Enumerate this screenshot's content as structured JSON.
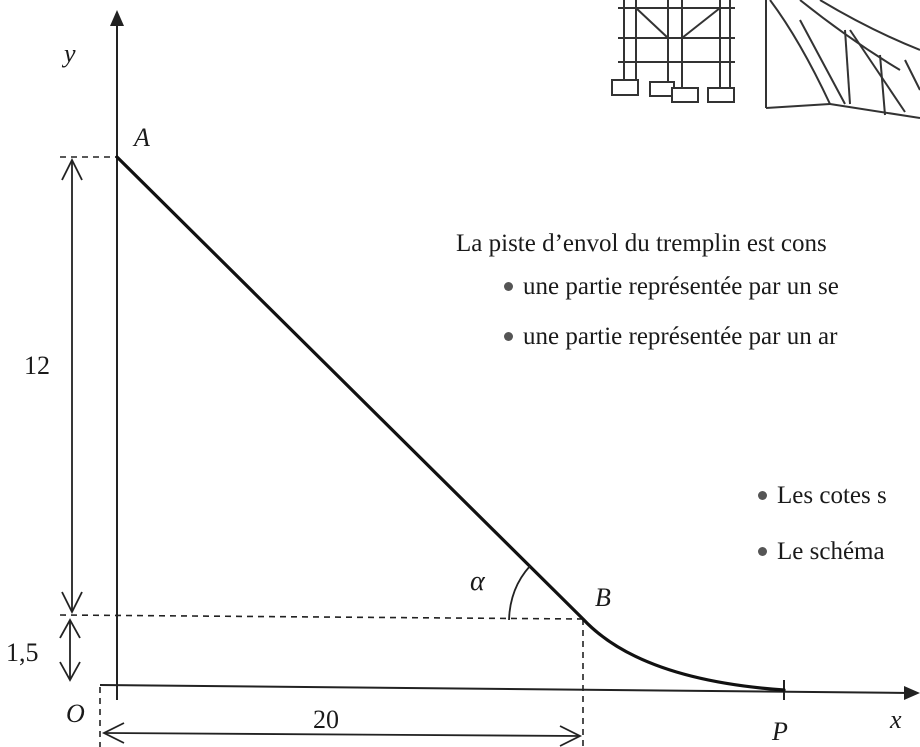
{
  "figure": {
    "labels": {
      "y_axis": "y",
      "x_axis": "x",
      "origin": "O",
      "point_a": "A",
      "point_b": "B",
      "point_p": "P",
      "angle": "α",
      "height_ab": "12",
      "height_b": "1,5",
      "width_ob": "20"
    }
  },
  "text": {
    "intro": "La piste d’envol du tremplin est cons",
    "bullet_1": "une partie représentée par un se",
    "bullet_2": "une partie représentée par un ar",
    "note_1": "Les cotes s",
    "note_2": "Le schéma"
  },
  "illustration": {
    "name": "ski-jump-structure"
  }
}
